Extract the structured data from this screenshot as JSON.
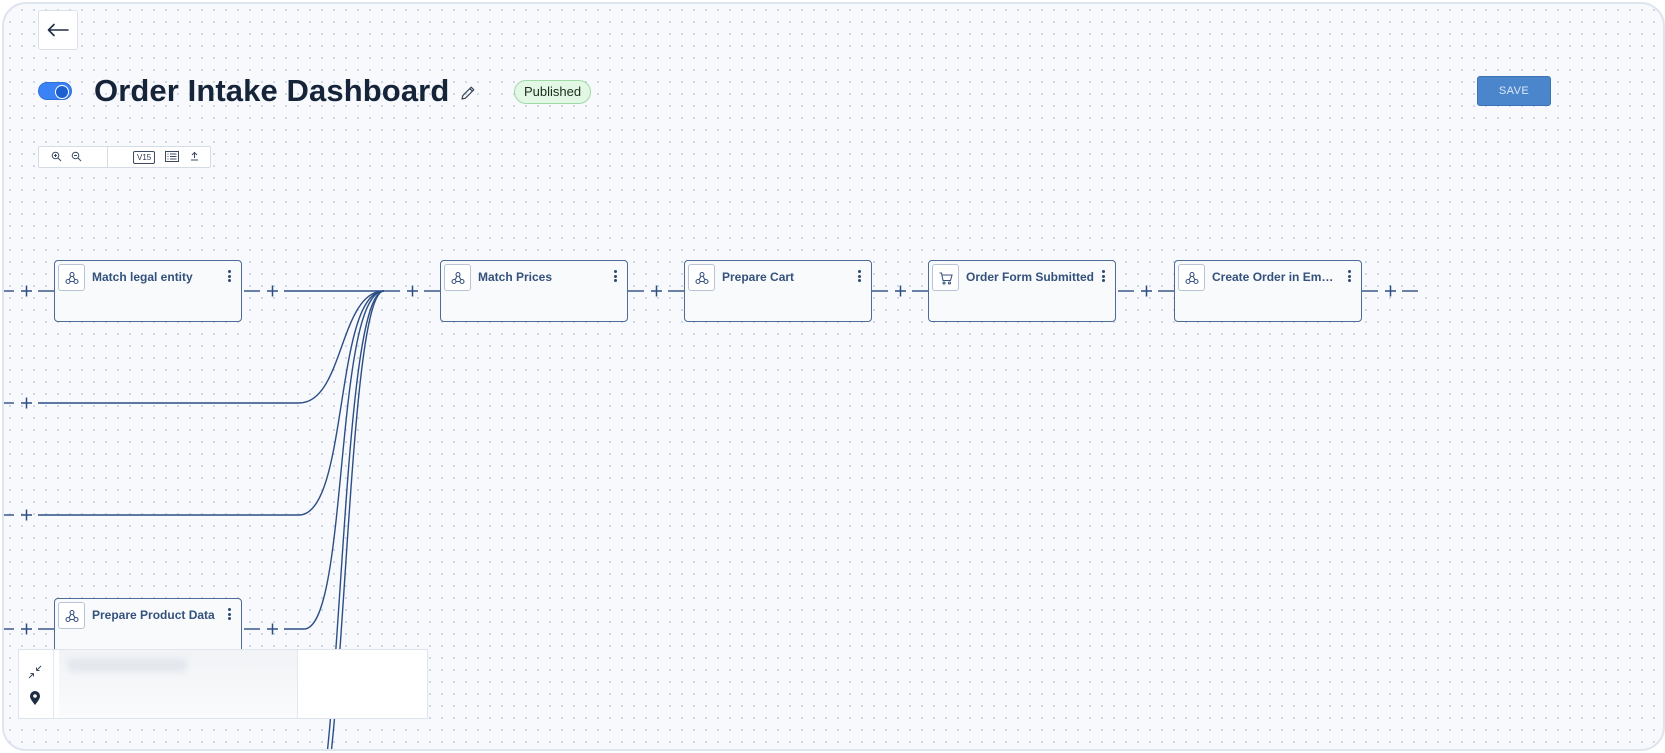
{
  "header": {
    "title": "Order Intake Dashboard",
    "status_badge": "Published",
    "save_label": "SAVE",
    "toggle_on": true
  },
  "toolbar": {
    "version": "V15",
    "items": [
      "zoom-in-icon",
      "zoom-out-icon",
      "version-badge",
      "list-icon",
      "upload-icon"
    ]
  },
  "nodes": [
    {
      "label": "Match legal entity",
      "icon": "webhook-icon"
    },
    {
      "label": "Match Prices",
      "icon": "webhook-icon"
    },
    {
      "label": "Prepare Cart",
      "icon": "webhook-icon"
    },
    {
      "label": "Order Form Submitted",
      "icon": "cart-icon"
    },
    {
      "label": "Create Order in Empo...",
      "icon": "webhook-icon"
    },
    {
      "label": "Prepare Product Data",
      "icon": "webhook-icon"
    }
  ],
  "colors": {
    "edge": "#2d4e85",
    "accent": "#3b82f6",
    "save_button": "#4b86cc",
    "badge_bg": "#e3f7e5",
    "title": "#16243a"
  }
}
